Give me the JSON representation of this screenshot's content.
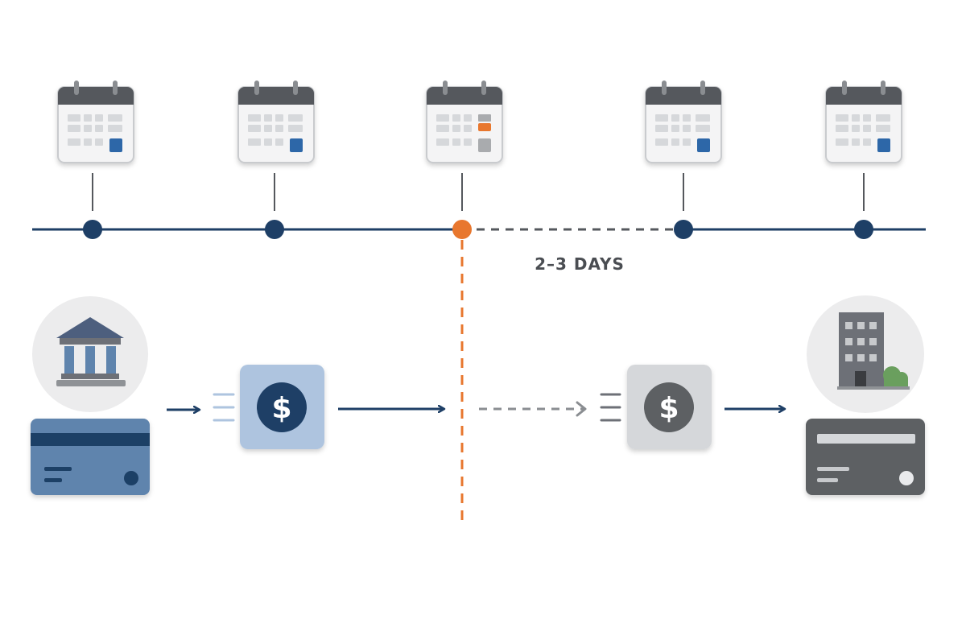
{
  "timeline": {
    "duration_label": "2–3 DAYS",
    "dates": [
      {
        "name": "calendar-1",
        "state": "normal"
      },
      {
        "name": "calendar-2",
        "state": "normal"
      },
      {
        "name": "calendar-3",
        "state": "transfer-initiated"
      },
      {
        "name": "calendar-4",
        "state": "normal"
      },
      {
        "name": "calendar-5",
        "state": "normal"
      }
    ]
  },
  "flow": {
    "sender": {
      "icons": [
        "bank-icon",
        "credit-card-icon"
      ]
    },
    "payment_sent": {
      "icon": "dollar-icon"
    },
    "payment_received": {
      "icon": "dollar-icon"
    },
    "recipient": {
      "icons": [
        "office-building-icon",
        "credit-card-icon"
      ]
    }
  },
  "colors": {
    "navy": "#1e3f66",
    "orange": "#e8772e",
    "calendar_header": "#55585d",
    "blue_card": "#5f84ad",
    "gray_card": "#5d6063",
    "blue_tile": "#aec4df",
    "gray_tile": "#d5d7da",
    "circle_bg": "#ececed"
  }
}
